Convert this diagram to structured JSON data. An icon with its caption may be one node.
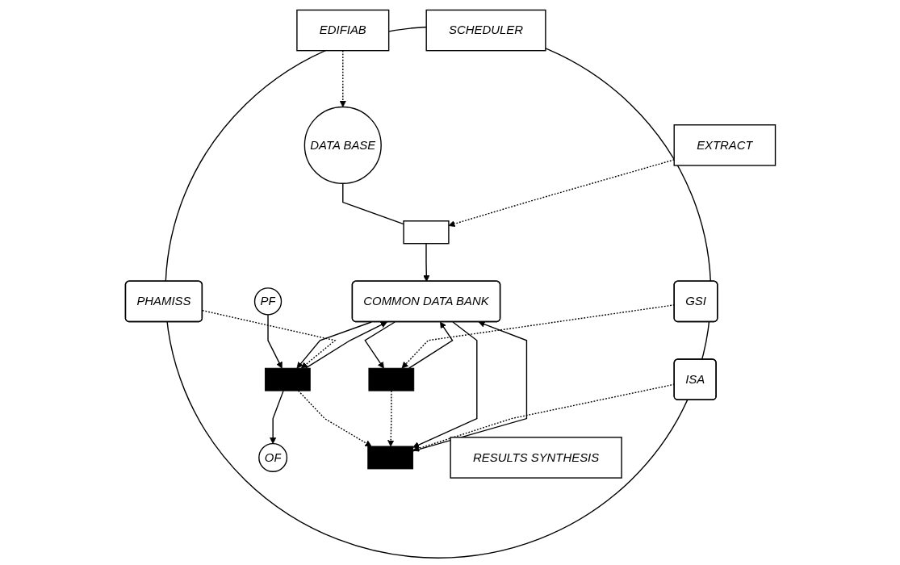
{
  "diagram": {
    "nodes": [
      {
        "text": [
          "EDIFIAB"
        ]
      },
      {
        "text": [],
        "shape": "circle"
      },
      {
        "text": [
          "DATA BASE"
        ],
        "in": 1
      },
      {
        "text": [],
        "shape": "box",
        "in": 1
      },
      {
        "text": [
          "EXTRACT"
        ]
      },
      {
        "text": [
          "COMMON DATA BANK"
        ],
        "in": 1
      },
      {
        "text": [
          "PF"
        ],
        "in": 1
      },
      {
        "text": [
          "PHAMISS"
        ]
      },
      {
        "text": [],
        "shape": "bar",
        "in": 1
      },
      {
        "text": [],
        "shape": "bar",
        "in": 1
      },
      {
        "text": [
          "GSI"
        ]
      },
      {
        "text": [
          "OF"
        ],
        "in": 1
      },
      {
        "text": [],
        "shape": "bar",
        "in": 1
      },
      {
        "text": [
          "RESULTS SYNTHESIS"
        ],
        "in": 1
      },
      {
        "text": [
          "ISA"
        ]
      },
      {
        "text": [
          "SCHEDULER"
        ]
      }
    ],
    "edges": [
      {
        "from": 0,
        "to": 2,
        "arrow": "to",
        "style": "dashed"
      },
      {
        "from": 2,
        "to": 3,
        "arrow": "none"
      },
      {
        "from": 4,
        "to": 3,
        "arrow": "to",
        "style": "dashed"
      },
      {
        "from": 3,
        "to": 5,
        "arrow": "to"
      },
      {
        "from": 6,
        "to": 8,
        "arrow": "to"
      },
      {
        "from": 5,
        "to": 8,
        "arrow": "to"
      },
      {
        "from": 8,
        "to": 5,
        "arrow": "to"
      },
      {
        "from": 7,
        "to": 8,
        "arrow": "to",
        "style": "dashed"
      },
      {
        "from": 8,
        "to": 11,
        "arrow": "to"
      },
      {
        "from": 5,
        "to": 9,
        "arrow": "to"
      },
      {
        "from": 9,
        "to": 5,
        "arrow": "to"
      },
      {
        "from": 10,
        "to": 9,
        "arrow": "to",
        "style": "dashed"
      },
      {
        "from": 8,
        "to": 12,
        "arrow": "to",
        "style": "dashed"
      },
      {
        "from": 9,
        "to": 12,
        "arrow": "to",
        "style": "dashed"
      },
      {
        "from": 5,
        "to": 12,
        "arrow": "to"
      },
      {
        "from": 12,
        "to": 5,
        "arrow": "to"
      },
      {
        "from": 14,
        "to": 12,
        "arrow": "to",
        "style": "dashed"
      }
    ]
  }
}
